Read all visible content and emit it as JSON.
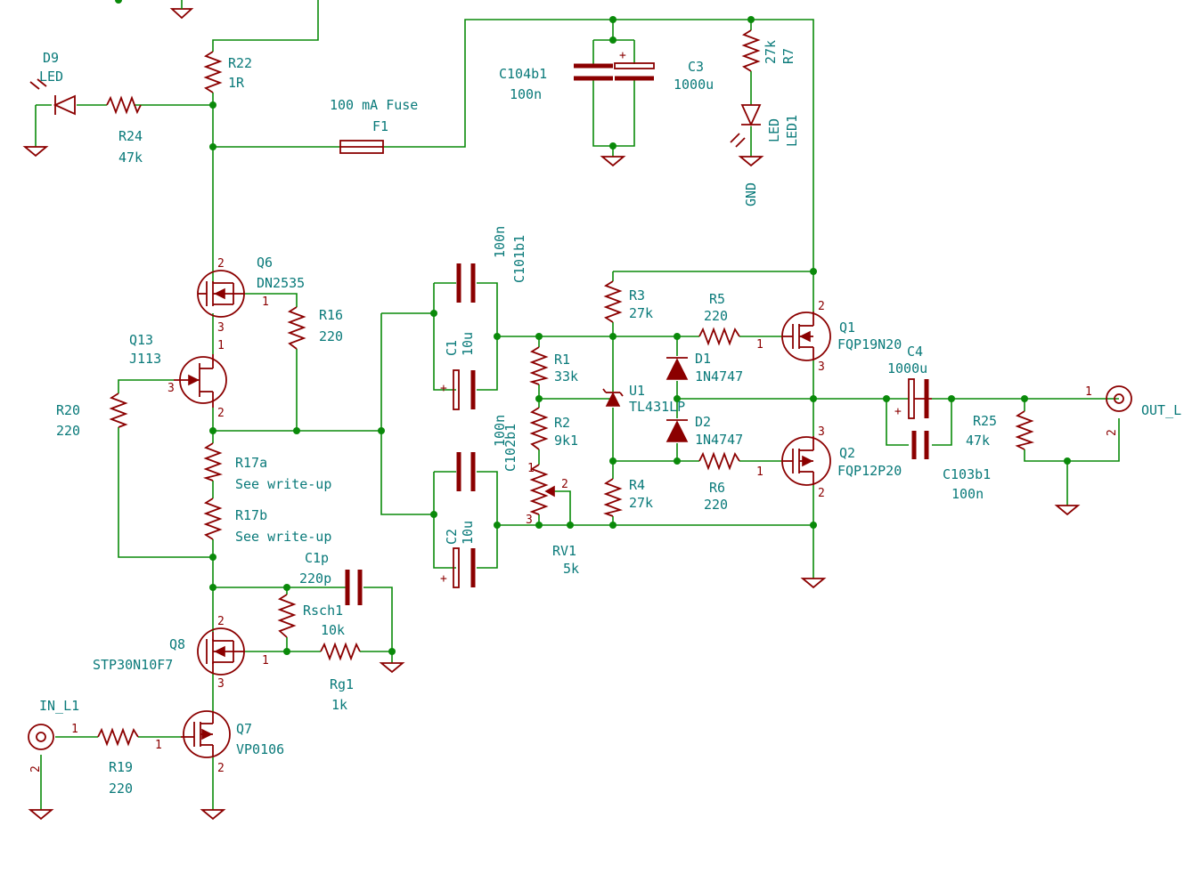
{
  "components": {
    "D9": {
      "ref": "D9",
      "value": "LED"
    },
    "R22": {
      "ref": "R22",
      "value": "1R"
    },
    "R24": {
      "ref": "R24",
      "value": "47k"
    },
    "F1": {
      "ref": "F1",
      "value": "100 mA Fuse"
    },
    "C104": {
      "ref": "C104b1",
      "value": "100n"
    },
    "C3": {
      "ref": "C3",
      "value": "1000u"
    },
    "R7": {
      "ref": "R7",
      "value": "27k"
    },
    "LED1": {
      "ref": "LED1",
      "value": "LED"
    },
    "GND": {
      "label": "GND"
    },
    "Q6": {
      "ref": "Q6",
      "value": "DN2535"
    },
    "R16": {
      "ref": "R16",
      "value": "220"
    },
    "Q13": {
      "ref": "Q13",
      "value": "J113"
    },
    "R20": {
      "ref": "R20",
      "value": "220"
    },
    "R17a": {
      "ref": "R17a",
      "value": "See write-up"
    },
    "R17b": {
      "ref": "R17b",
      "value": "See write-up"
    },
    "C101": {
      "ref": "C101b1",
      "value": "100n"
    },
    "C1": {
      "ref": "C1",
      "value": "10u"
    },
    "C102": {
      "ref": "C102b1",
      "value": "100n"
    },
    "C2": {
      "ref": "C2",
      "value": "10u"
    },
    "R3": {
      "ref": "R3",
      "value": "27k"
    },
    "R5": {
      "ref": "R5",
      "value": "220"
    },
    "Q1": {
      "ref": "Q1",
      "value": "FQP19N20"
    },
    "R1": {
      "ref": "R1",
      "value": "33k"
    },
    "D1": {
      "ref": "D1",
      "value": "1N4747"
    },
    "U1": {
      "ref": "U1",
      "value": "TL431LP"
    },
    "R2": {
      "ref": "R2",
      "value": "9k1"
    },
    "D2": {
      "ref": "D2",
      "value": "1N4747"
    },
    "C4": {
      "ref": "C4",
      "value": "1000u"
    },
    "R25": {
      "ref": "R25",
      "value": "47k"
    },
    "OUT": {
      "ref": "OUT_L"
    },
    "R4": {
      "ref": "R4",
      "value": "27k"
    },
    "R6": {
      "ref": "R6",
      "value": "220"
    },
    "Q2": {
      "ref": "Q2",
      "value": "FQP12P20"
    },
    "C103": {
      "ref": "C103b1",
      "value": "100n"
    },
    "RV1": {
      "ref": "RV1",
      "value": "5k"
    },
    "C1p": {
      "ref": "C1p",
      "value": "220p"
    },
    "Rsch1": {
      "ref": "Rsch1",
      "value": "10k"
    },
    "Q8": {
      "ref": "Q8",
      "value": "STP30N10F7"
    },
    "Rg1": {
      "ref": "Rg1",
      "value": "1k"
    },
    "IN": {
      "ref": "IN_L1"
    },
    "R19": {
      "ref": "R19",
      "value": "220"
    },
    "Q7": {
      "ref": "Q7",
      "value": "VP0106"
    }
  },
  "pins": {
    "p1": "1",
    "p2": "2",
    "p3": "3",
    "plus": "+"
  },
  "colors": {
    "wire": "#0a8a0a",
    "component": "#8b0000",
    "label": "#0a7a7a",
    "background": "#ffffff"
  }
}
